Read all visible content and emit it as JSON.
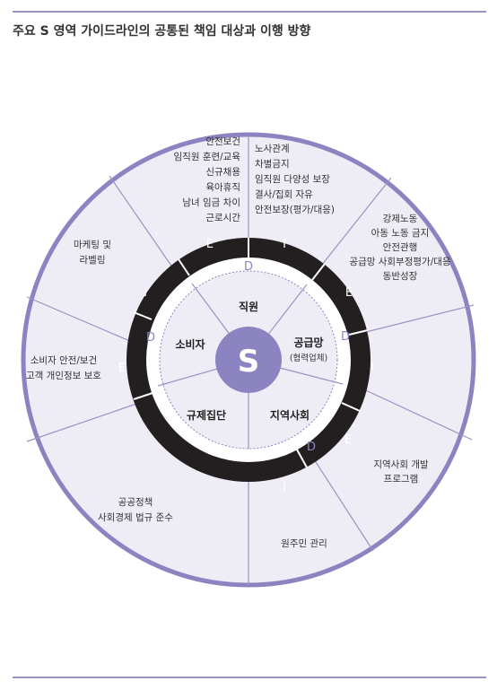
{
  "title": "주요 S 영역 가이드라인의 공통된 책임 대상과 이행 방향",
  "core": "S",
  "segments": {
    "employee": "직원",
    "consumer": "소비자",
    "supply": "공급망",
    "supply_sub": "(협력업체)",
    "regulator": "규제집단",
    "community": "지역사회"
  },
  "ring_letters": {
    "e": "E",
    "i": "I",
    "d": "D"
  },
  "outer": {
    "employee_a": [
      "안전보건",
      "임직원 훈련/교육",
      "신규채용",
      "육아휴직",
      "남녀 임금 차이",
      "근로시간"
    ],
    "employee_b": [
      "노사관계",
      "차별금지",
      "임직원 다양성 보장",
      "결사/집회 자유",
      "안전보장(평가/대응)"
    ],
    "supply_a": [
      "강제노동",
      "아동 노동 금지",
      "안전관행",
      "공급망 사회부정평가/대응",
      "동반성장"
    ],
    "community_a": [
      "지역사회 개발",
      "프로그램"
    ],
    "community_b": [
      "원주민 관리"
    ],
    "regulator_a": [
      "공공정책",
      "사회경제 법규 준수"
    ],
    "consumer_a": [
      "소비자 안전/보건",
      "고객 개인정보 보호"
    ],
    "consumer_b": [
      "마케팅 및",
      "라벨링"
    ]
  },
  "colors": {
    "accent": "#8c84c0",
    "outer_fill": "#eeedf6",
    "ring_dark": "#231f20",
    "line": "#9b93c4"
  }
}
